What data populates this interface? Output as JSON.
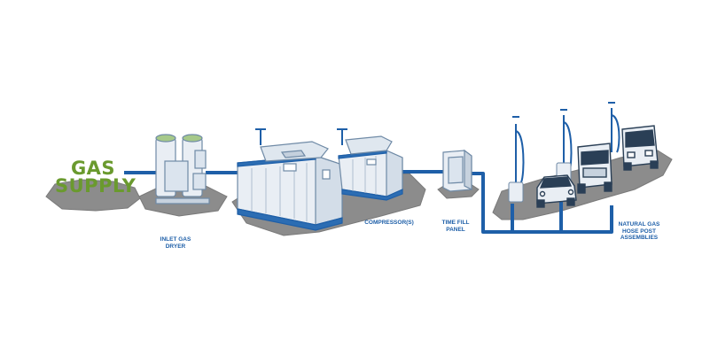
{
  "source": {
    "line1": "GAS",
    "line2": "SUPPLY"
  },
  "labels": {
    "dryer": [
      "INLET GAS",
      "DRYER"
    ],
    "compressor": "COMPRESSOR(S)",
    "timefill": [
      "TIME FILL",
      "PANEL"
    ],
    "hoseposts": [
      "NATURAL GAS",
      "HOSE POST",
      "ASSEMBLIES"
    ]
  },
  "colors": {
    "pipe": "#1e5fa8",
    "ground": "#8a8a8a",
    "equipment": "#e9eef4",
    "outline": "#6f8aa6",
    "accent": "#2c6db3",
    "label": "#1e5fa8",
    "gas_supply": "#6a9a2e"
  },
  "icons": [
    "dryer-tanks-icon",
    "compressor-icon",
    "time-fill-panel-icon",
    "hose-post-icon",
    "car-icon",
    "truck-icon",
    "bus-icon"
  ]
}
